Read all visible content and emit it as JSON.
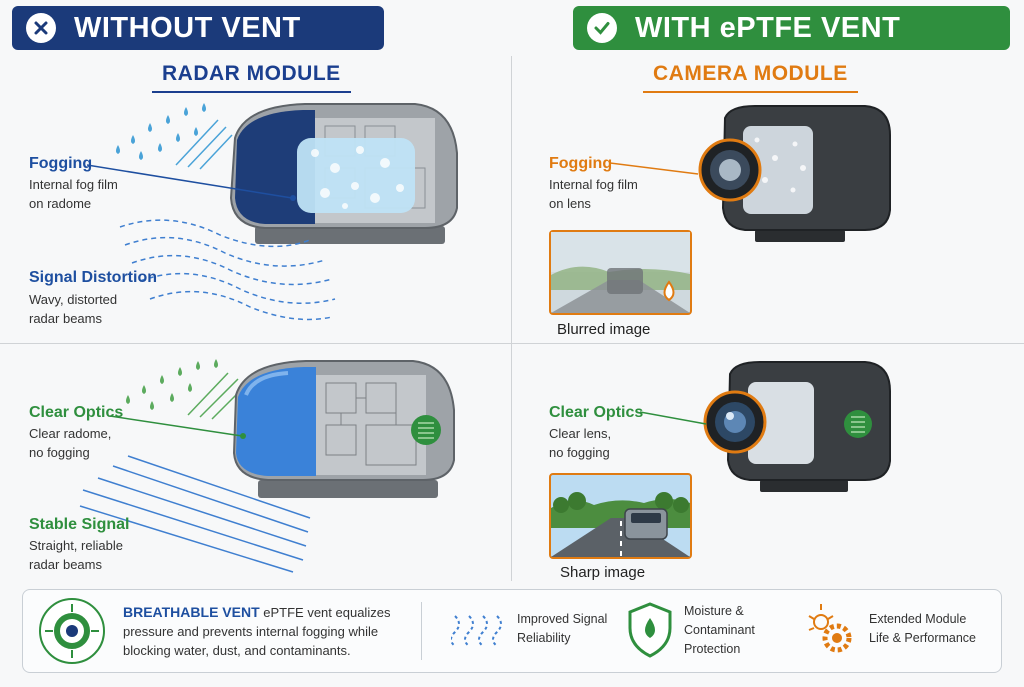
{
  "banners": {
    "left": {
      "label": "WITHOUT VENT",
      "color": "#1b3a7a"
    },
    "right": {
      "label": "WITH ePTFE VENT",
      "color": "#2f8f3e"
    }
  },
  "headers": {
    "radar": {
      "label": "RADAR MODULE",
      "color": "#1b3f8f"
    },
    "camera": {
      "label": "CAMERA MODULE",
      "color": "#e07b12"
    }
  },
  "without_vent": {
    "radar": {
      "fog": {
        "title": "Fogging",
        "desc": "Internal fog film\non radome"
      },
      "signal": {
        "title": "Signal Distortion",
        "desc": "Wavy, distorted\nradar beams"
      }
    },
    "camera": {
      "fog": {
        "title": "Fogging",
        "desc": "Internal fog film\non lens"
      },
      "caption": "Blurred image"
    }
  },
  "with_vent": {
    "radar": {
      "optics": {
        "title": "Clear Optics",
        "desc": "Clear radome,\nno fogging"
      },
      "signal": {
        "title": "Stable Signal",
        "desc": "Straight, reliable\nradar beams"
      }
    },
    "camera": {
      "optics": {
        "title": "Clear Optics",
        "desc": "Clear lens,\nno fogging"
      },
      "caption": "Sharp image"
    }
  },
  "footer": {
    "vent_title": "BREATHABLE VENT",
    "vent_desc_1": "ePTFE vent equalizes",
    "vent_desc_2": "pressure and prevents internal fogging while\nblocking water, dust, and contaminants.",
    "benefits": [
      {
        "label": "Improved Signal\nReliability",
        "icon": "signal-wave-icon"
      },
      {
        "label": "Moisture &\nContaminant\nProtection",
        "icon": "shield-droplet-icon"
      },
      {
        "label": "Extended Module\nLife & Performance",
        "icon": "gear-sun-icon"
      }
    ]
  },
  "colors": {
    "blue_text": "#1e4fa0",
    "orange_text": "#e07b12",
    "green_text": "#2f8f3e"
  }
}
